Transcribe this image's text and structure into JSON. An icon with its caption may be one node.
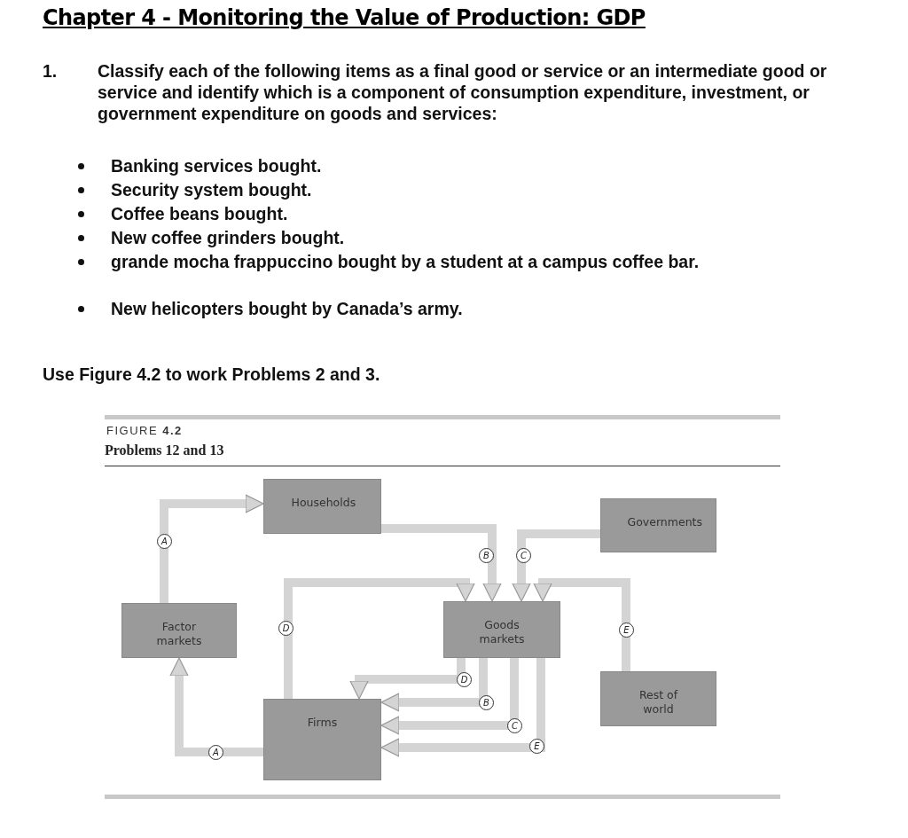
{
  "diagram": {
    "title": "Chapter 4 - Monitoring the Value of Production: GDP",
    "nodes": [
      {
        "text": [
          "Households"
        ]
      },
      {
        "text": [
          "Governments"
        ]
      },
      {
        "text": [
          "Factor markets"
        ]
      },
      {
        "text": [
          "Goods markets"
        ]
      },
      {
        "text": [
          "Rest of world"
        ]
      },
      {
        "text": [
          "Firms"
        ]
      }
    ],
    "edges": [
      {
        "from": 2,
        "to": 0,
        "arrow": "to",
        "label": "A"
      },
      {
        "from": 5,
        "to": 2,
        "arrow": "to",
        "label": "A"
      },
      {
        "from": 0,
        "to": 3,
        "arrow": "to",
        "label": "B"
      },
      {
        "from": 1,
        "to": 3,
        "arrow": "to",
        "label": "C"
      },
      {
        "from": 5,
        "to": 3,
        "arrow": "to",
        "label": "D"
      },
      {
        "from": 4,
        "to": 3,
        "arrow": "to",
        "label": "E"
      },
      {
        "from": 3,
        "to": 5,
        "arrow": "to",
        "label": "D"
      },
      {
        "from": 3,
        "to": 5,
        "arrow": "to",
        "label": "B"
      },
      {
        "from": 3,
        "to": 5,
        "arrow": "to",
        "label": "C"
      },
      {
        "from": 3,
        "to": 5,
        "arrow": "to",
        "label": "E"
      }
    ],
    "labels": [
      "1.",
      "Classify each of the following items as a final good or service or an intermediate good or service and identify which is a component of consumption expenditure, investment, or government expenditure on goods and services:",
      "Banking services bought.",
      "Security system bought.",
      "Coffee beans bought.",
      "New coffee grinders bought.",
      "grande mocha frappuccino bought by a student at a campus coffee bar.",
      "New helicopters bought by Canada’s army.",
      "Use Figure 4.2 to work Problems 2 and 3.",
      "FIGURE **4.2**",
      "Problems 12 and 13"
    ]
  }
}
